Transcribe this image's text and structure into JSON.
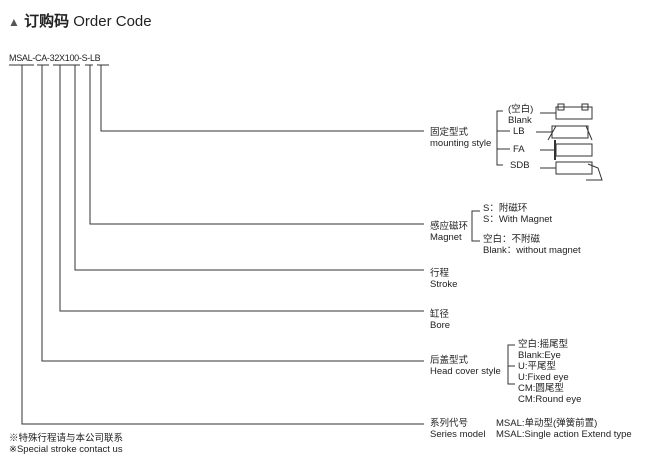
{
  "title": {
    "marker": "▲",
    "cn": "订购码",
    "en": "Order Code"
  },
  "code": {
    "parts": [
      "MSAL",
      "-",
      "CA",
      "-",
      "32X100",
      "-",
      "S",
      "-",
      "LB"
    ]
  },
  "mounting": {
    "label_cn": "固定型式",
    "label_en": "mounting style",
    "options": [
      {
        "cn": "(空白)",
        "en": "Blank"
      },
      {
        "en": "LB"
      },
      {
        "en": "FA"
      },
      {
        "en": "SDB"
      }
    ]
  },
  "magnet": {
    "label_cn": "感应磁环",
    "label_en": "Magnet",
    "options": [
      {
        "cn": "S：附磁环",
        "en": "S：With Magnet"
      },
      {
        "cn": "空白：不附磁",
        "en": "Blank：without magnet"
      }
    ]
  },
  "stroke": {
    "label_cn": "行程",
    "label_en": "Stroke"
  },
  "bore": {
    "label_cn": "缸径",
    "label_en": "Bore"
  },
  "head": {
    "label_cn": "后盖型式",
    "label_en": "Head cover style",
    "options": [
      {
        "cn": "空白:摇尾型",
        "en": "Blank:Eye"
      },
      {
        "cn": "U:平尾型",
        "en": "U:Fixed eye"
      },
      {
        "cn": "CM:圆尾型",
        "en": "CM:Round eye"
      }
    ]
  },
  "series": {
    "label_cn": "系列代号",
    "label_en": "Series model",
    "value_cn": "MSAL:单动型(弹簧前置)",
    "value_en": "MSAL:Single action Extend type"
  },
  "notes": {
    "cn": "※特殊行程请与本公司联系",
    "en": "※Special stroke contact us"
  }
}
